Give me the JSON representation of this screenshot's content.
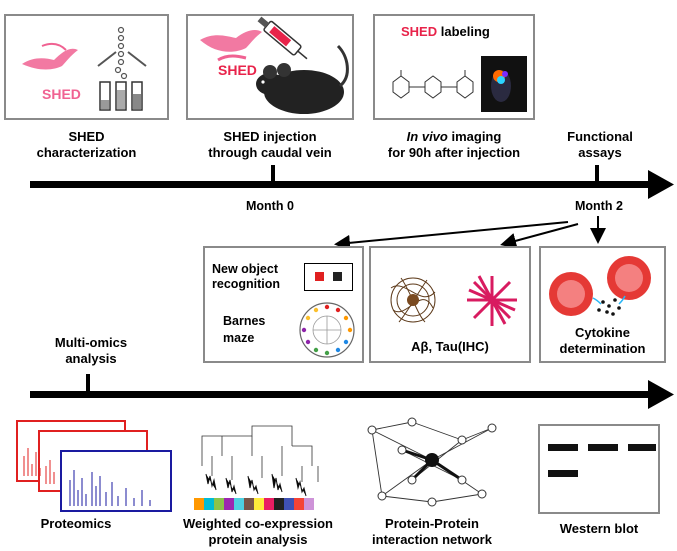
{
  "stage1": {
    "line1": "SHED",
    "line2": "characterization",
    "cell_label": "SHED"
  },
  "stage2": {
    "line1": "SHED injection",
    "line2": "through caudal vein",
    "cell_label": "SHED"
  },
  "stage3": {
    "line1_italic": "In vivo",
    "line1_rest": " imaging",
    "line2": "for 90h after injection",
    "inner_label_red": "SHED",
    "inner_label_black": " labeling"
  },
  "stage4": {
    "line1": "Functional",
    "line2": "assays"
  },
  "timeline": {
    "month0": "Month 0",
    "month2": "Month 2"
  },
  "assays": {
    "nor_line1": "New object",
    "nor_line2": "recognition",
    "barnes_line1": "Barnes",
    "barnes_line2": "maze",
    "ihc_label": "Aβ, Tau(IHC)",
    "cyto_line1": "Cytokine",
    "cyto_line2": "determination"
  },
  "omics": {
    "title_line1": "Multi-omics",
    "title_line2": "analysis",
    "proteomics": "Proteomics",
    "wgcna_line1": "Weighted co-expression",
    "wgcna_line2": "protein analysis",
    "ppi_line1": "Protein-Protein",
    "ppi_line2": "interaction network",
    "western": "Western blot"
  },
  "colors": {
    "accent_red": "#e8234a",
    "cell_pink": "#f06292",
    "arrow": "#000000",
    "panel_border": "#8a8a8a",
    "proteomics_red": "#e02020",
    "proteomics_blue": "#1a1aa0"
  }
}
